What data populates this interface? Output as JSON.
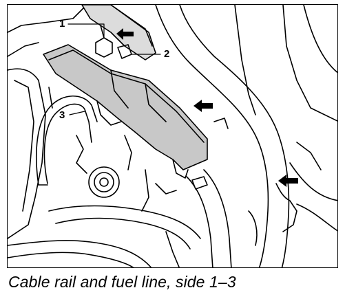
{
  "figure": {
    "callouts": {
      "one": "1",
      "two": "2",
      "three": "3"
    },
    "caption": "Cable rail and fuel line, side 1–3",
    "icons": {
      "arrow_top": "arrow-left-icon",
      "arrow_middle": "arrow-left-icon",
      "arrow_bottom": "arrow-left-icon"
    },
    "colors": {
      "line": "#000000",
      "cable_rail_fill": "#c8c8c8",
      "background": "#ffffff"
    }
  }
}
